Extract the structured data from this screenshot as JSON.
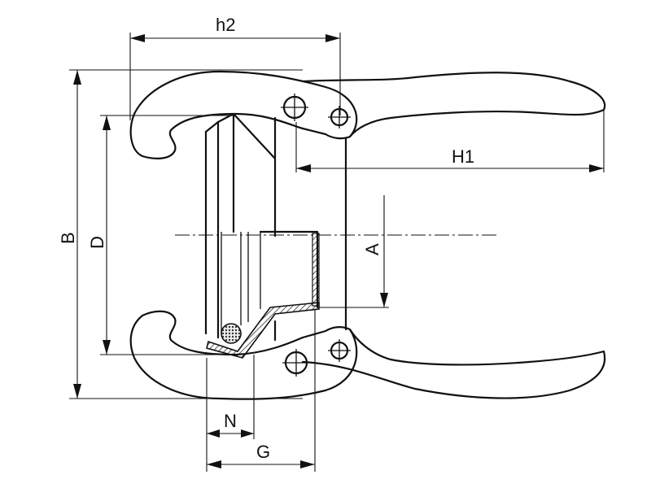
{
  "labels": {
    "h2": "h2",
    "H1": "H1",
    "B": "B",
    "D": "D",
    "A": "A",
    "N": "N",
    "G": "G"
  },
  "colors": {
    "line": "#111111",
    "background": "#ffffff",
    "oring_fill": "#555555"
  }
}
